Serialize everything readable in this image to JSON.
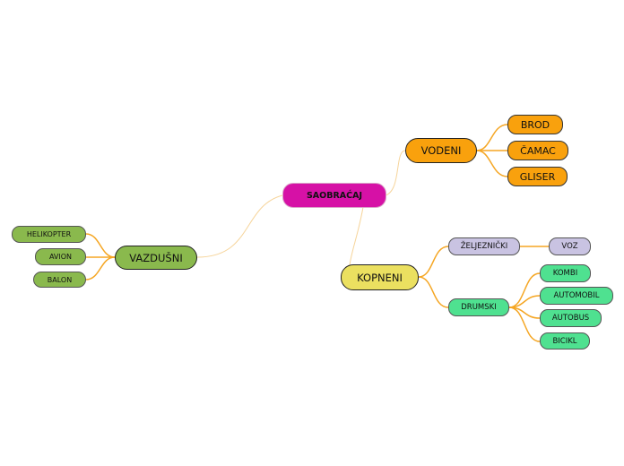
{
  "colors": {
    "root": "#d611a6",
    "orange": "#f9a10d",
    "green": "#8ab94d",
    "yellow": "#ebe060",
    "lavender": "#c9c3e2",
    "mint": "#4fe190",
    "connector": "#f5a623",
    "connector_light": "#f6d49a"
  },
  "root": {
    "label": "SAOBRAĆAJ"
  },
  "vodeni": {
    "label": "VODENI",
    "children": [
      "BROD",
      "ČAMAC",
      "GLISER"
    ]
  },
  "vazdusni": {
    "label": "VAZDUŠNI",
    "children": [
      "HELIKOPTER",
      "AVION",
      "BALON"
    ]
  },
  "kopneni": {
    "label": "KOPNENI",
    "zeljeznicki": {
      "label": "ŽELJEZNIČKI",
      "children": [
        "VOZ"
      ]
    },
    "drumski": {
      "label": "DRUMSKI",
      "children": [
        "KOMBI",
        "AUTOMOBIL",
        "AUTOBUS",
        "BICIKL"
      ]
    }
  }
}
